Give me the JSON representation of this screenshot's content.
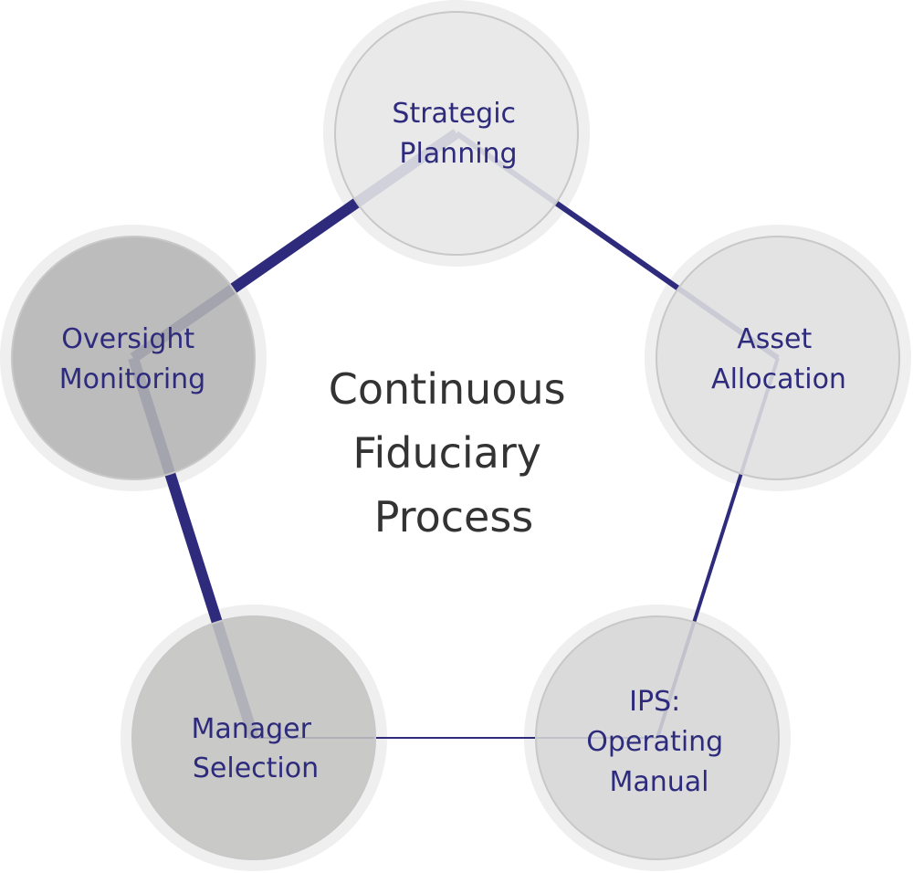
{
  "center": {
    "lines": [
      "Continuous",
      "Fiduciary",
      "Process"
    ]
  },
  "nodes": [
    {
      "id": "strategic-planning",
      "lines": [
        "Strategic",
        "Planning"
      ],
      "fill": "#e8e8e8"
    },
    {
      "id": "asset-allocation",
      "lines": [
        "Asset",
        "Allocation"
      ],
      "fill": "#e1e1e1"
    },
    {
      "id": "ips-operating-manual",
      "lines": [
        "IPS:",
        "Operating",
        "Manual"
      ],
      "fill": "#d7d7d7"
    },
    {
      "id": "manager-selection",
      "lines": [
        "Manager",
        "Selection"
      ],
      "fill": "#c4c4c2"
    },
    {
      "id": "oversight-monitoring",
      "lines": [
        "Oversight",
        "Monitoring"
      ],
      "fill": "#b5b5b5"
    }
  ],
  "colors": {
    "connector": "#2e2b7d",
    "node_text": "#2e2b7d",
    "center_text": "#333333",
    "halo": "#efefef",
    "node_stroke": "#c8c8c8"
  }
}
